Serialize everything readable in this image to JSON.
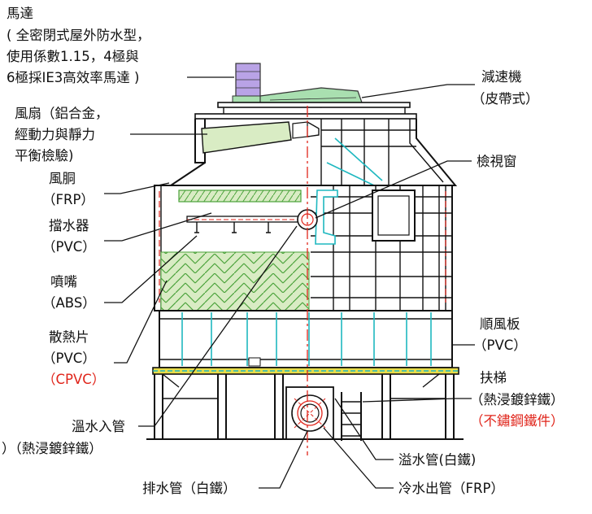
{
  "labels": {
    "motor": {
      "title": "馬達",
      "line1": "( 全密閉式屋外防水型，",
      "line2": "使用係數1.15，4極與",
      "line3": "6極採IE3高效率馬達 )"
    },
    "fan": {
      "line1": "風扇（鋁合金，",
      "line2": "經動力與靜力",
      "line3": "平衡檢驗)"
    },
    "fan_stack": {
      "name": "風胴",
      "material": "（FRP）"
    },
    "drift_eliminator": {
      "name": "擋水器",
      "material": "（PVC）"
    },
    "nozzle": {
      "name": "噴嘴",
      "material": "（ABS）"
    },
    "fill": {
      "name": "散熱片",
      "material": "（PVC）",
      "alt_material": "（CPVC）"
    },
    "hot_water_inlet": {
      "name": "溫水入管",
      "material": "）（熱浸鍍鋅鐵）"
    },
    "drain_pipe": {
      "name": "排水管（白鐵）"
    },
    "reducer": {
      "name": "減速機",
      "material": "（皮帶式）"
    },
    "inspection_window": {
      "name": "檢視窗"
    },
    "louver": {
      "name": "順風板",
      "material": "（PVC）"
    },
    "ladder": {
      "name": "扶梯",
      "material": "（熱浸鍍鋅鐵）",
      "alt_material": "（不鏽鋼鐵件）"
    },
    "overflow_pipe": {
      "name": "溢水管(白鐵)"
    },
    "cold_water_outlet": {
      "name": "冷水出管（FRP）"
    }
  },
  "colors": {
    "line": "#111111",
    "accent_cyan": "#1fb8c0",
    "centerline_red": "#e0251b",
    "fill_green": "#d9ecc4",
    "fill_hatch": "#4aa23a",
    "motor_purple": "#b9a3e6",
    "motor_green": "#a9dfb0",
    "base_yellow": "#e8dc4a",
    "alt_text_red": "#e0251b"
  }
}
